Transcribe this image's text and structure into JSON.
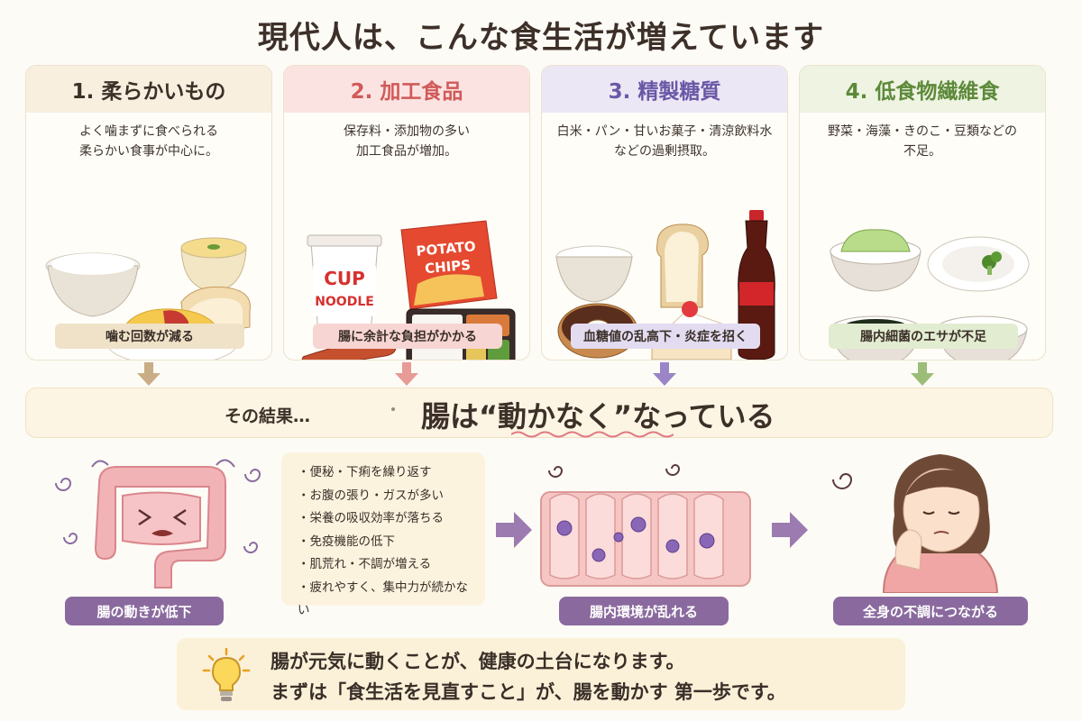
{
  "title": "現代人は、こんな食生活が増えています",
  "cards": [
    {
      "heading": "1. 柔らかいもの",
      "desc_line1": "よく噛まずに食べられる",
      "desc_line2": "柔らかい食事が中心に。",
      "badge": "噛む回数が減る",
      "head_bg": "#f8efdf",
      "head_color": "#3d3028",
      "badge_bg": "#efe2c8",
      "arrow_color": "#c9ad86"
    },
    {
      "heading": "2. 加工食品",
      "desc_line1": "保存料・添加物の多い",
      "desc_line2": "加工食品が増加。",
      "badge": "腸に余計な負担がかかる",
      "head_bg": "#fbe3e1",
      "head_color": "#d05a5a",
      "badge_bg": "#f7d5d3",
      "arrow_color": "#e79a96",
      "cup_text_1": "CUP",
      "cup_text_2": "NOODLE",
      "chips_text_1": "POTATO",
      "chips_text_2": "CHIPS"
    },
    {
      "heading": "3. 精製糖質",
      "desc_line1": "白米・パン・甘いお菓子・清涼飲料水",
      "desc_line2": "などの過剰摂取。",
      "badge": "血糖値の乱高下・炎症を招く",
      "head_bg": "#ece7f5",
      "head_color": "#6a58a6",
      "badge_bg": "#e3dcf1",
      "arrow_color": "#9a86c6"
    },
    {
      "heading": "4. 低食物繊維食",
      "desc_line1": "野菜・海藻・きのこ・豆類などの",
      "desc_line2": "不足。",
      "badge": "腸内細菌のエサが不足",
      "head_bg": "#eef3e2",
      "head_color": "#5d8a3a",
      "badge_bg": "#e2ecd0",
      "arrow_color": "#9cbd78"
    }
  ],
  "result": {
    "lead": "その結果…",
    "main": "腸は“動かなく”なっている",
    "wave_color": "#e07a86"
  },
  "stage_labels": {
    "intestine": "腸の動きが低下",
    "gut_environment": "腸内環境が乱れる",
    "whole_body": "全身の不調につながる"
  },
  "symptoms": [
    "便秘・下痢を繰り返す",
    "お腹の張り・ガスが多い",
    "栄養の吸収効率が落ちる",
    "免疫機能の低下",
    "肌荒れ・不調が増える",
    "疲れやすく、集中力が続かない"
  ],
  "bottom": {
    "line1": "腸が元気に動くことが、健康の土台になります。",
    "line2": "まずは「食生活を見直すこと」が、腸を動かす 第一歩です。"
  },
  "colors": {
    "pill_purple": "#8a6a9e",
    "flow_arrow": "#9b7bb0"
  }
}
